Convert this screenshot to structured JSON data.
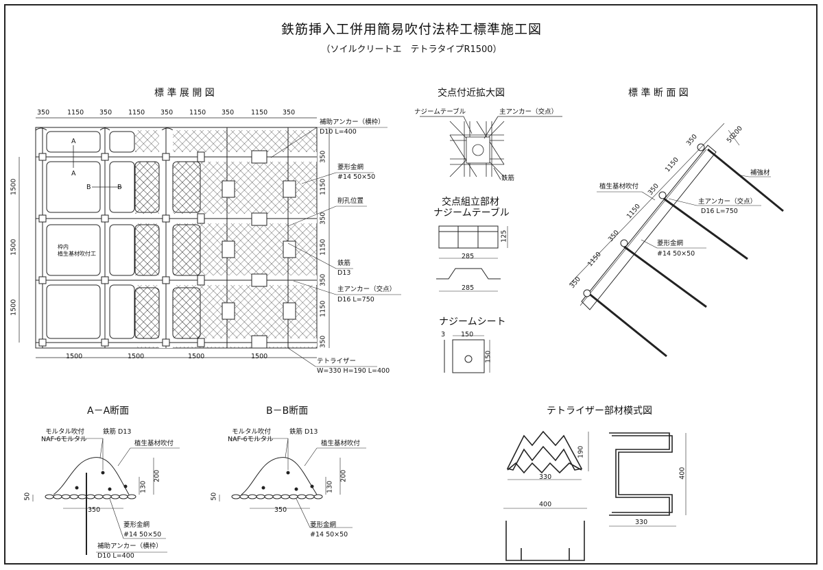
{
  "title": "鉄筋挿入工併用簡易吹付法枠工標準施工図",
  "subtitle": "（ソイルクリートエ　テトラタイプR1500）",
  "sections": {
    "plan": "標 準 展 開 図",
    "detail": "交点付近拡大図",
    "section": "標 準 断 面 図",
    "assembly_title_1": "交点組立部材",
    "assembly_title_2": "ナジームテーブル",
    "sheet": "ナジームシート",
    "aa": "A－A断面",
    "bb": "B－B断面",
    "tetra": "テトライザー部材模式図"
  },
  "plan": {
    "top_dims": [
      "350",
      "1150",
      "350",
      "1150",
      "350",
      "1150",
      "350",
      "1150",
      "350"
    ],
    "bottom_dims": [
      "1500",
      "1500",
      "1500",
      "1500"
    ],
    "left_dims": [
      "1500",
      "1500",
      "1500"
    ],
    "right_dims": [
      "350",
      "1150",
      "350",
      "1150",
      "350",
      "1150",
      "350"
    ],
    "marker_a": "A",
    "marker_b": "B",
    "inner_label_1": "枠内",
    "inner_label_2": "植生基材吹付工",
    "callouts": {
      "aux_anchor": "補助アンカー（横枠）",
      "aux_anchor_spec": "D10 L=400",
      "mesh": "菱形金網",
      "mesh_spec": "#14 50×50",
      "hole": "削孔位置",
      "rebar": "鉄筋",
      "rebar_spec": "D13",
      "main_anchor": "主アンカー（交点）",
      "main_anchor_spec": "D16 L=750",
      "tetra": "テトライザー",
      "tetra_spec": "W=330 H=190 L=400"
    }
  },
  "detail": {
    "table": "ナジームテーブル",
    "main_anchor": "主アンカー（交点）",
    "rebar": "鉄筋"
  },
  "assembly": {
    "height": "125",
    "width_top": "285",
    "width_bottom": "285"
  },
  "sheet": {
    "thickness": "3",
    "width": "150",
    "height": "150"
  },
  "std_section": {
    "reinforcement": "補強材",
    "veg": "植生基材吹付",
    "main_anchor": "主アンカー（交点）",
    "main_anchor_spec": "D16 L=750",
    "mesh": "菱形金網",
    "mesh_spec": "#14 50×50",
    "dims": [
      "200",
      "50",
      "350",
      "1150",
      "350",
      "1150",
      "350",
      "1150",
      "350"
    ]
  },
  "aa": {
    "mortar": "モルタル吹付",
    "mortar_spec": "NAF-6モルタル",
    "rebar": "鉄筋 D13",
    "veg": "植生基材吹付",
    "mesh": "菱形金網",
    "mesh_spec": "#14 50×50",
    "aux": "補助アンカー（横枠）",
    "aux_spec": "D10 L=400",
    "h200": "200",
    "h130": "130",
    "h50": "50",
    "w350": "350"
  },
  "bb": {
    "mortar": "モルタル吹付",
    "mortar_spec": "NAF-6モルタル",
    "rebar": "鉄筋 D13",
    "veg": "植生基材吹付",
    "mesh": "菱形金網",
    "mesh_spec": "#14 50×50",
    "h200": "200",
    "h130": "130",
    "h50": "50",
    "w350": "350"
  },
  "tetra": {
    "w330a": "330",
    "h190": "190",
    "w400": "400",
    "h400": "400",
    "w330b": "330"
  }
}
